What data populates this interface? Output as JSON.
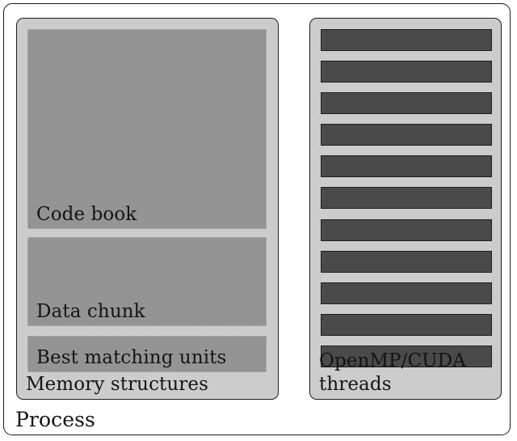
{
  "diagram": {
    "title": "Process",
    "process": {
      "label": "Process"
    },
    "memory_panel": {
      "label": "Memory structures",
      "blocks": [
        {
          "id": "code-book",
          "label": "Code book"
        },
        {
          "id": "data-chunk",
          "label": "Data chunk"
        },
        {
          "id": "best-matching-units",
          "label": "Best matching units"
        }
      ]
    },
    "threads_panel": {
      "label": "OpenMP/CUDA threads",
      "thread_count": 11,
      "threads": [
        {
          "index": 1
        },
        {
          "index": 2
        },
        {
          "index": 3
        },
        {
          "index": 4
        },
        {
          "index": 5
        },
        {
          "index": 6
        },
        {
          "index": 7
        },
        {
          "index": 8
        },
        {
          "index": 9
        },
        {
          "index": 10
        },
        {
          "index": 11
        }
      ]
    },
    "colors": {
      "page_background": "#ffffff",
      "outline": "#1a1a1a",
      "panel_fill": "#cccccc",
      "memory_block_fill": "#949494",
      "thread_bar_fill": "#4a4a4a",
      "text": "#141414"
    }
  }
}
